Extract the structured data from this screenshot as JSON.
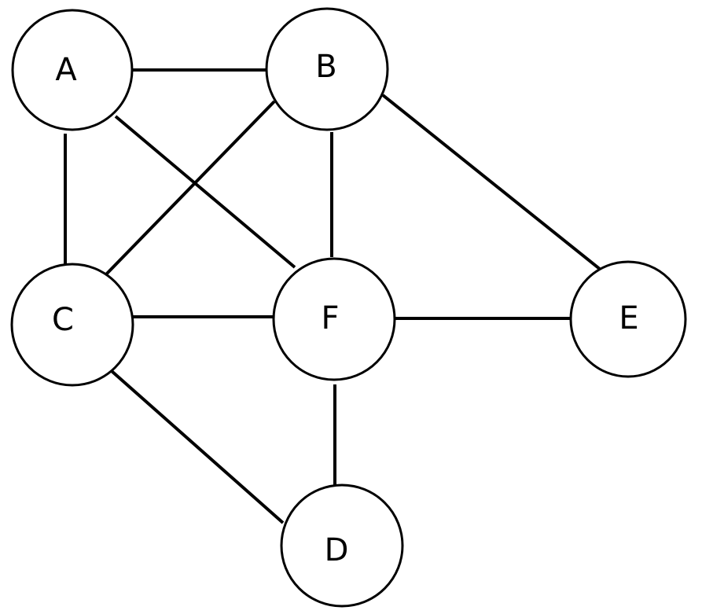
{
  "graph": {
    "nodes": [
      {
        "id": "A",
        "label": "A"
      },
      {
        "id": "B",
        "label": "B"
      },
      {
        "id": "C",
        "label": "C"
      },
      {
        "id": "F",
        "label": "F"
      },
      {
        "id": "E",
        "label": "E"
      },
      {
        "id": "D",
        "label": "D"
      }
    ],
    "edges": [
      {
        "from": "A",
        "to": "B"
      },
      {
        "from": "A",
        "to": "C"
      },
      {
        "from": "A",
        "to": "F"
      },
      {
        "from": "B",
        "to": "C"
      },
      {
        "from": "B",
        "to": "F"
      },
      {
        "from": "B",
        "to": "E"
      },
      {
        "from": "C",
        "to": "F"
      },
      {
        "from": "C",
        "to": "D"
      },
      {
        "from": "F",
        "to": "E"
      },
      {
        "from": "F",
        "to": "D"
      }
    ]
  }
}
